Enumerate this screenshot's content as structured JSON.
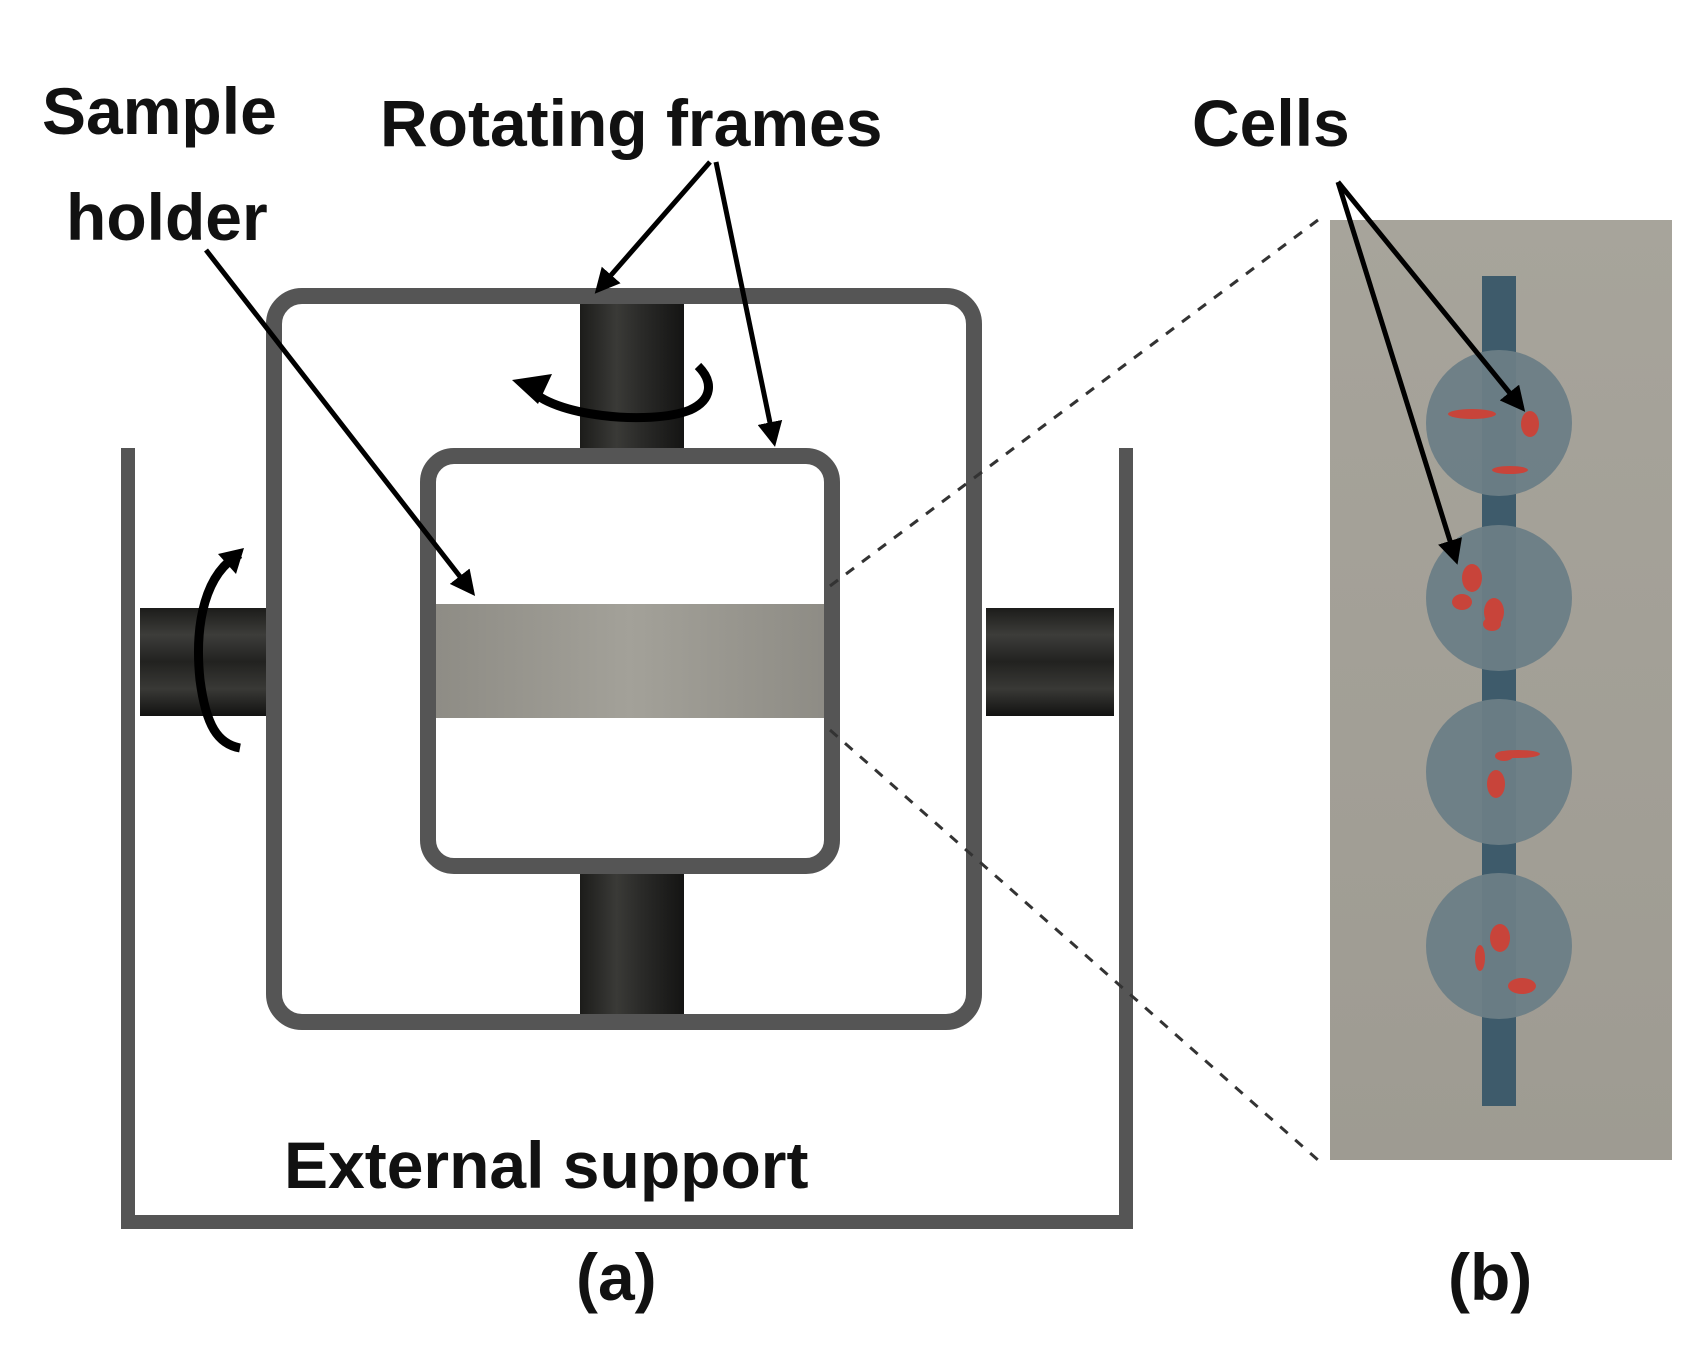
{
  "labels": {
    "sample_holder_line1": "Sample",
    "sample_holder_line2": "holder",
    "rotating_frames": "Rotating frames",
    "cells": "Cells",
    "external_support": "External support",
    "panel_a": "(a)",
    "panel_b": "(b)"
  },
  "colors": {
    "frame_stroke": "#555555",
    "axle_dark": "#2a2a28",
    "sample_band": "#9c9a92",
    "inset_background": "#a4a198",
    "channel": "#3e5b6b",
    "chamber": "#6b7e86",
    "cell": "#c8443a",
    "arrow": "#000000"
  }
}
